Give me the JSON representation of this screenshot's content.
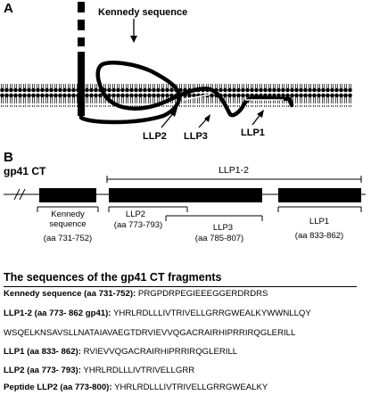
{
  "panel_a": {
    "label": "A",
    "kennedy_label": "Kennedy sequence",
    "llp2_label": "LLP2",
    "llp3_label": "LLP3",
    "llp1_label": "LLP1"
  },
  "panel_b": {
    "label": "B",
    "gp41_label": "gp41 CT",
    "llp12_label": "LLP1-2",
    "kennedy_label_line1": "Kennedy",
    "kennedy_label_line2": "sequence",
    "kennedy_range": "(aa 731-752)",
    "llp2_label": "LLP2",
    "llp2_range": "(aa 773-793)",
    "llp3_label": "LLP3",
    "llp3_range": "(aa 785-807)",
    "llp1_label": "LLP1",
    "llp1_range": "(aa 833-862)"
  },
  "sequences": {
    "title": "The sequences of the gp41 CT fragments",
    "rows": [
      {
        "name": "Kennedy sequence (aa 731-752):",
        "seq": " PRGPDRPEGIEEEGGERDRDRS"
      },
      {
        "name": "LLP1-2 (aa 773- 862 gp41):",
        "seq": " YHRLRDLLLIVTRIVELLGRRGWEALKYWWNLLQY"
      },
      {
        "name": "",
        "seq": "WSQELKNSAVSLLNATAIAVAEGTDRVIEVVQGACRAIRHIPRRIRQGLERILL"
      },
      {
        "name": "LLP1 (aa 833- 862):",
        "seq": " RVIEVVQGACRAIRHIPRRIRQGLERILL"
      },
      {
        "name": "LLP2 (aa 773- 793):",
        "seq": " YHRLRDLLLIVTRIVELLGRR"
      },
      {
        "name": "Peptide LLP2 (aa 773-800):",
        "seq": " YHRLRDLLLIVTRIVELLGRRGWEALKY"
      }
    ]
  }
}
